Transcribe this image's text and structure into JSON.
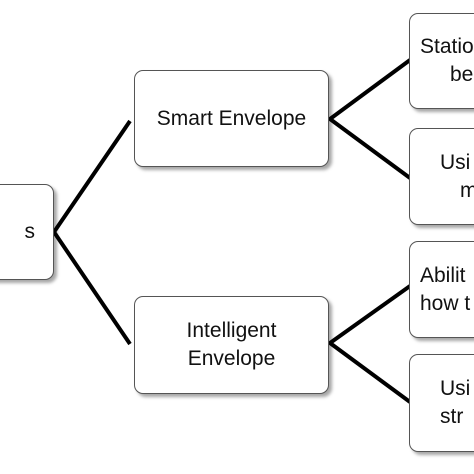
{
  "nodes": {
    "root": {
      "line1": "s"
    },
    "smart_envelope": {
      "line1": "Smart Envelope"
    },
    "intelligent_envelope": {
      "line1": "Intelligent",
      "line2": "Envelope"
    },
    "leaf1": {
      "line1": "Statio",
      "line2": "be"
    },
    "leaf2": {
      "line1": "Usi",
      "line2": "m"
    },
    "leaf3": {
      "line1": "Abilit",
      "line2": "how t"
    },
    "leaf4": {
      "line1": "Usi",
      "line2": "str"
    }
  },
  "colors": {
    "border": "#555555",
    "connector": "#000000",
    "background": "#ffffff"
  }
}
